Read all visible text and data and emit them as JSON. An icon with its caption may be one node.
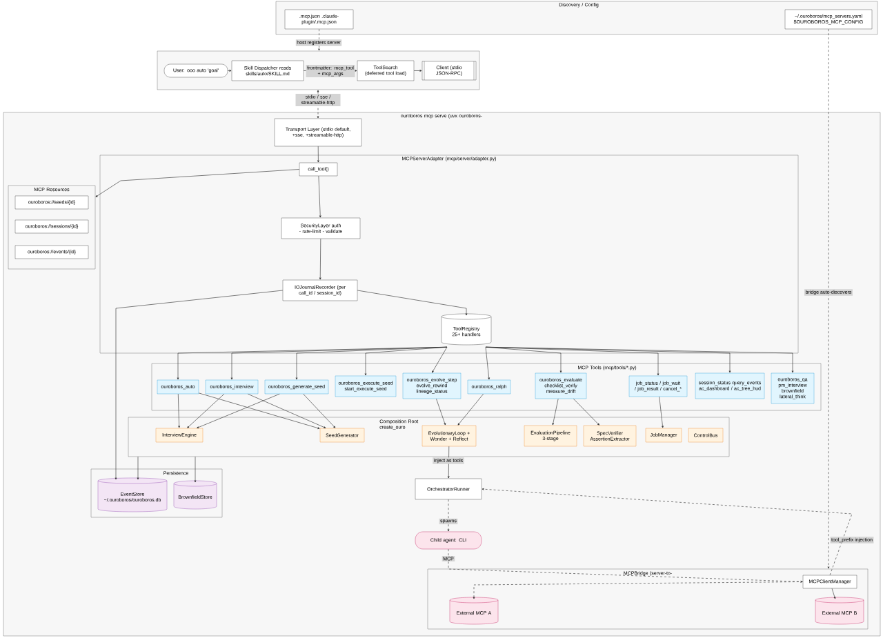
{
  "diagram": {
    "nodes": [
      {
        "text": [
          "Discovery / Config"
        ]
      },
      {
        "text": [
          ".mcp.json .claude-plugin/.mcp.json"
        ],
        "in": 0
      },
      {
        "text": [
          "~/.ouroboros/mcp_servers.yaml $OUROBOROS_MCP_CONFIG"
        ],
        "in": 0
      },
      {
        "text": [],
        "shape": "box"
      },
      {
        "text": [
          "User: ooo auto 'goal'"
        ],
        "in": 3
      },
      {
        "text": [
          "Skill Dispatcher reads skills/auto/SKILL.md"
        ],
        "in": 3
      },
      {
        "text": [
          "ToolSearch (deferred tool load)"
        ],
        "in": 3
      },
      {
        "text": [
          "Client (stdio JSON-RPC)"
        ],
        "in": 3
      },
      {
        "text": [
          "ouroboros mcp serve (uvx ouroboros-"
        ]
      },
      {
        "text": [
          "Transport Layer (stdio default, +sse, +streamable-http)"
        ],
        "in": 8
      },
      {
        "text": [
          "MCPServerAdapter (mcp/server/adapter.py)"
        ],
        "in": 8
      },
      {
        "text": [
          "call_tool()"
        ],
        "in": 10
      },
      {
        "text": [
          "SecurityLayer auth - rate-limit - validate"
        ],
        "in": 10
      },
      {
        "text": [
          "IOJournalRecorder (per call_id / session_id)"
        ],
        "in": 10
      },
      {
        "text": [
          "ToolRegistry 25+ handlers"
        ],
        "in": 10
      },
      {
        "text": [
          "MCP Resources"
        ],
        "in": 8
      },
      {
        "text": [
          "ouroboros://seeds/{id}"
        ],
        "in": 15
      },
      {
        "text": [
          "ouroboros://sessions/{id}"
        ],
        "in": 15
      },
      {
        "text": [
          "ouroboros://events/{id}"
        ],
        "in": 15
      },
      {
        "text": [
          "MCP Tools (mcp/tools/*.py)"
        ],
        "in": 8
      },
      {
        "text": [
          "ouroboros_auto"
        ],
        "in": 19
      },
      {
        "text": [
          "ouroboros_interview"
        ],
        "in": 19
      },
      {
        "text": [
          "ouroboros_generate_seed"
        ],
        "in": 19
      },
      {
        "text": [
          "ouroboros_execute_seed start_execute_seed"
        ],
        "in": 19
      },
      {
        "text": [
          "ouroboros_evolve_step evolve_rewind lineage_status"
        ],
        "in": 19
      },
      {
        "text": [
          "ouroboros_ralph"
        ],
        "in": 19
      },
      {
        "text": [
          "ouroboros_evaluate checklist_verify measure_drift"
        ],
        "in": 19
      },
      {
        "text": [
          "job_status / job_wait / job_result / cancel_*"
        ],
        "in": 19
      },
      {
        "text": [
          "session_status query_events ac_dashboard / ac_tree_hud"
        ],
        "in": 19
      },
      {
        "text": [
          "ouroboros_qa pm_interview brownfield lateral_think"
        ],
        "in": 19
      },
      {
        "text": [
          "Composition Root create_ouro"
        ],
        "in": 8
      },
      {
        "text": [
          "InterviewEngine"
        ],
        "in": 30
      },
      {
        "text": [
          "SeedGenerator"
        ],
        "in": 30
      },
      {
        "text": [
          "EvolutionaryLoop + Wonder + Reflect"
        ],
        "in": 30
      },
      {
        "text": [
          "EvaluationPipeline 3-stage"
        ],
        "in": 30
      },
      {
        "text": [
          "SpecVerifier AssertionExtractor"
        ],
        "in": 30
      },
      {
        "text": [
          "JobManager"
        ],
        "in": 30
      },
      {
        "text": [
          "ControlBus"
        ],
        "in": 30
      },
      {
        "text": [
          "Persistence"
        ],
        "in": 8
      },
      {
        "text": [
          "EventStore ~/.ouroboros/ouroboros.db"
        ],
        "in": 38
      },
      {
        "text": [
          "BrownfieldStore"
        ],
        "in": 38
      },
      {
        "text": [
          "OrchestratorRunner"
        ],
        "in": 8
      },
      {
        "text": [
          "Child agent: CLI"
        ],
        "in": 8
      },
      {
        "text": [
          "MCPBridge (server-to-"
        ],
        "in": 8
      },
      {
        "text": [
          "MCPClientManager"
        ],
        "in": 43
      },
      {
        "text": [
          "External MCP A"
        ],
        "in": 43
      },
      {
        "text": [
          "External MCP B"
        ],
        "in": 43
      }
    ],
    "edges": [
      {
        "from": 1,
        "to": 3,
        "arrow": "to",
        "style": "dashed",
        "label": "host registers server"
      },
      {
        "from": 4,
        "to": 5,
        "arrow": "to"
      },
      {
        "from": 5,
        "to": 6,
        "arrow": "to",
        "label": "frontmatter: mcp_tool + mcp_args"
      },
      {
        "from": 6,
        "to": 7,
        "arrow": "to"
      },
      {
        "from": 3,
        "to": 9,
        "arrow": "both",
        "style": "dashed",
        "label": "stdio / sse / streamable-http"
      },
      {
        "from": 2,
        "to": 43,
        "arrow": "to",
        "style": "dashed",
        "label": "bridge auto-discovers"
      },
      {
        "from": 9,
        "to": 11,
        "arrow": "to"
      },
      {
        "from": 11,
        "to": 15,
        "arrow": "to"
      },
      {
        "from": 11,
        "to": 12,
        "arrow": "to"
      },
      {
        "from": 12,
        "to": 13,
        "arrow": "to"
      },
      {
        "from": 13,
        "to": 14,
        "arrow": "to"
      },
      {
        "from": 13,
        "to": 39,
        "arrow": "to"
      },
      {
        "from": 14,
        "to": 20,
        "arrow": "to"
      },
      {
        "from": 14,
        "to": 21,
        "arrow": "to"
      },
      {
        "from": 14,
        "to": 22,
        "arrow": "to"
      },
      {
        "from": 14,
        "to": 23,
        "arrow": "to"
      },
      {
        "from": 14,
        "to": 24,
        "arrow": "to"
      },
      {
        "from": 14,
        "to": 25,
        "arrow": "to"
      },
      {
        "from": 14,
        "to": 26,
        "arrow": "to"
      },
      {
        "from": 14,
        "to": 27,
        "arrow": "to"
      },
      {
        "from": 14,
        "to": 28,
        "arrow": "to"
      },
      {
        "from": 14,
        "to": 29,
        "arrow": "to"
      },
      {
        "from": 20,
        "to": 31,
        "arrow": "to"
      },
      {
        "from": 20,
        "to": 32,
        "arrow": "to"
      },
      {
        "from": 21,
        "to": 31,
        "arrow": "to"
      },
      {
        "from": 21,
        "to": 32,
        "arrow": "to"
      },
      {
        "from": 22,
        "to": 31,
        "arrow": "to"
      },
      {
        "from": 22,
        "to": 32,
        "arrow": "to"
      },
      {
        "from": 24,
        "to": 33,
        "arrow": "to"
      },
      {
        "from": 25,
        "to": 33,
        "arrow": "to"
      },
      {
        "from": 26,
        "to": 34,
        "arrow": "to"
      },
      {
        "from": 26,
        "to": 35,
        "arrow": "to"
      },
      {
        "from": 27,
        "to": 36,
        "arrow": "to"
      },
      {
        "from": 30,
        "to": 39,
        "arrow": "to"
      },
      {
        "from": 30,
        "to": 40,
        "arrow": "to"
      },
      {
        "from": 33,
        "to": 41,
        "arrow": "to",
        "label": "inject as tools"
      },
      {
        "from": 41,
        "to": 42,
        "arrow": "to",
        "style": "dashed",
        "label": "spawns"
      },
      {
        "from": 42,
        "to": 44,
        "arrow": "to",
        "style": "dashed",
        "label": "MCP"
      },
      {
        "from": 44,
        "to": 41,
        "arrow": "to",
        "style": "dashed",
        "label": "tool_prefix injection"
      },
      {
        "from": 44,
        "to": 45,
        "arrow": "to",
        "style": "dashed"
      },
      {
        "from": 44,
        "to": 46,
        "arrow": "to"
      }
    ]
  }
}
